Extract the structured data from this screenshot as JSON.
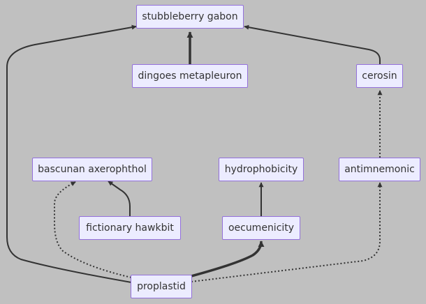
{
  "diagram": {
    "nodes": {
      "stubbleberry_gabon": "stubbleberry gabon",
      "dingoes_metapleuron": "dingoes metapleuron",
      "cerosin": "cerosin",
      "bascunan_axerophthol": "bascunan axerophthol",
      "hydrophobicity": "hydrophobicity",
      "antimnemonic": "antimnemonic",
      "fictionary_hawkbit": "fictionary hawkbit",
      "oecumenicity": "oecumenicity",
      "proplastid": "proplastid"
    },
    "edges": [
      {
        "from": "dingoes_metapleuron",
        "to": "stubbleberry_gabon",
        "style": "thick"
      },
      {
        "from": "cerosin",
        "to": "stubbleberry_gabon",
        "style": "solid"
      },
      {
        "from": "proplastid",
        "to": "stubbleberry_gabon",
        "style": "solid"
      },
      {
        "from": "antimnemonic",
        "to": "cerosin",
        "style": "dotted"
      },
      {
        "from": "fictionary_hawkbit",
        "to": "bascunan_axerophthol",
        "style": "solid"
      },
      {
        "from": "proplastid",
        "to": "bascunan_axerophthol",
        "style": "dotted"
      },
      {
        "from": "oecumenicity",
        "to": "hydrophobicity",
        "style": "solid"
      },
      {
        "from": "proplastid",
        "to": "oecumenicity",
        "style": "thick"
      },
      {
        "from": "proplastid",
        "to": "antimnemonic",
        "style": "dotted"
      }
    ],
    "colors": {
      "background": "#c0c0c0",
      "node_fill": "#ececff",
      "node_border": "#9370db",
      "edge": "#333333"
    }
  }
}
